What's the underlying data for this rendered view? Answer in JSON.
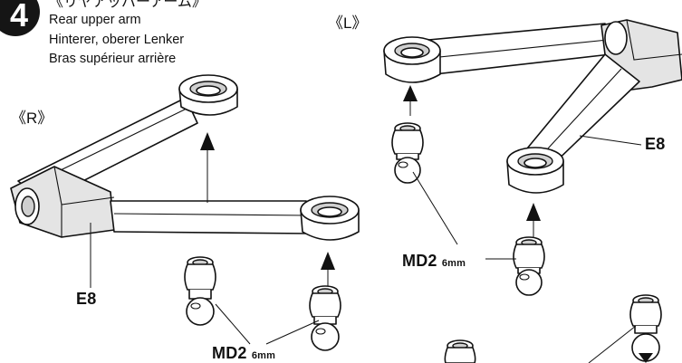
{
  "step": {
    "number": "4",
    "title_jp": "《リヤアッパーアーム》",
    "title_en": "Rear upper arm",
    "title_de": "Hinterer, oberer Lenker",
    "title_fr": "Bras supérieur arrière"
  },
  "labels": {
    "right_side": "《R》",
    "left_side": "《L》",
    "part_right": "E8",
    "part_left": "E8",
    "ball_right_name": "MD2",
    "ball_right_size": "6mm",
    "ball_left_name": "MD2",
    "ball_left_size": "6mm"
  }
}
